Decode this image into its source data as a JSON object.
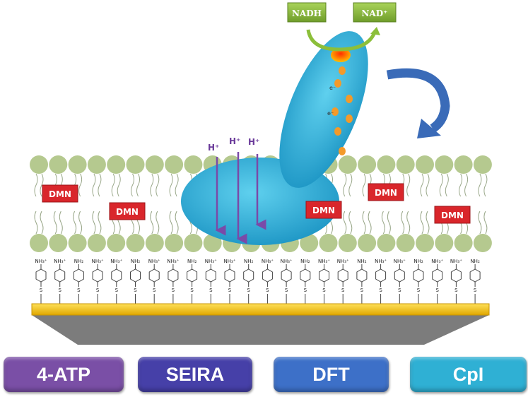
{
  "cofactors": {
    "nadh": "NADH",
    "nad": "NAD⁺"
  },
  "protons": [
    "H⁺",
    "H⁺",
    "H⁺"
  ],
  "electron_label": "e⁻",
  "dmn_label": "DMN",
  "dmn_count": 5,
  "monolayer": {
    "head_labels": [
      "NH₃⁺",
      "NH₃⁺",
      "NH₂",
      "NH₃⁺",
      "NH₃⁺",
      "NH₂",
      "NH₃⁺",
      "NH₃⁺",
      "NH₂",
      "NH₃⁺",
      "NH₃⁺",
      "NH₂",
      "NH₃⁺",
      "NH₃⁺",
      "NH₂",
      "NH₃⁺",
      "NH₃⁺",
      "NH₂",
      "NH₃⁺",
      "NH₃⁺",
      "NH₂",
      "NH₃⁺",
      "NH₃⁺",
      "NH₂"
    ],
    "anchor_label": "S"
  },
  "buttons": [
    {
      "label": "4-ATP",
      "color": "#7a4fa6"
    },
    {
      "label": "SEIRA",
      "color": "#4640a8"
    },
    {
      "label": "DFT",
      "color": "#3d70c8"
    },
    {
      "label": "CpI",
      "color": "#2fb0d4"
    }
  ]
}
